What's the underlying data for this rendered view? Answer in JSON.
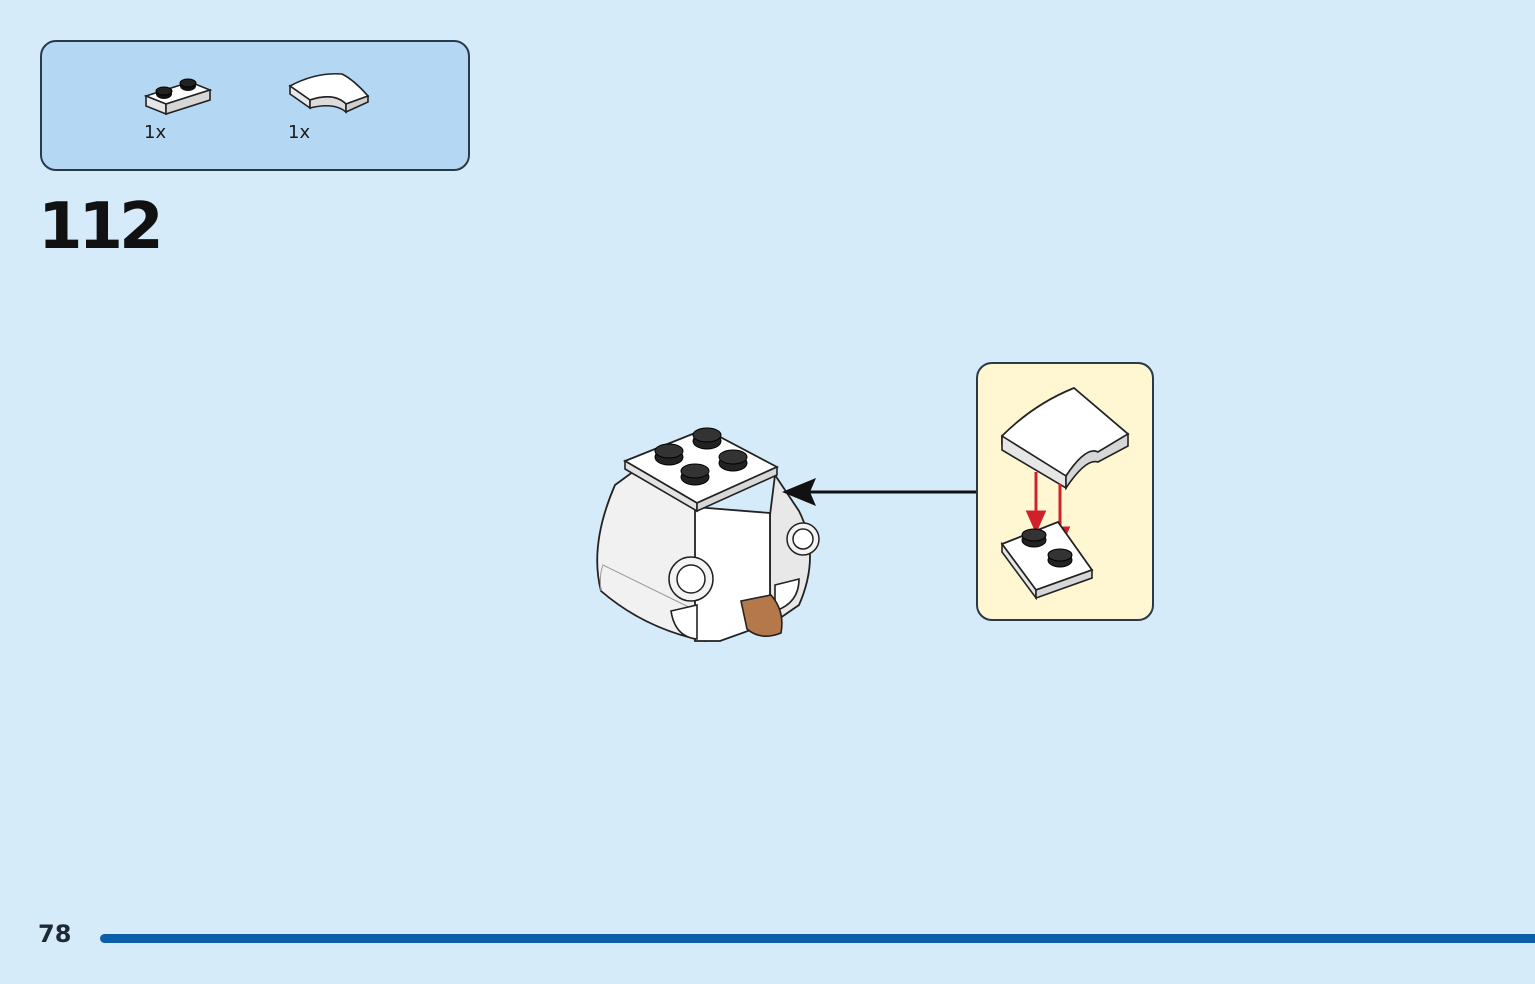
{
  "colors": {
    "background": "#d5ebfa",
    "parts_box": "#b4d8f4",
    "callout": "#fff7d2",
    "accent_rule": "#0c5eaa",
    "arrow_red": "#d0202a",
    "tile_brown": "#b5784a"
  },
  "parts": [
    {
      "icon": "plate-1x2-white-icon",
      "qty": "1x"
    },
    {
      "icon": "curved-slope-1x2-white-icon",
      "qty": "1x"
    }
  ],
  "step": {
    "number": "112"
  },
  "page": {
    "number": "78"
  }
}
